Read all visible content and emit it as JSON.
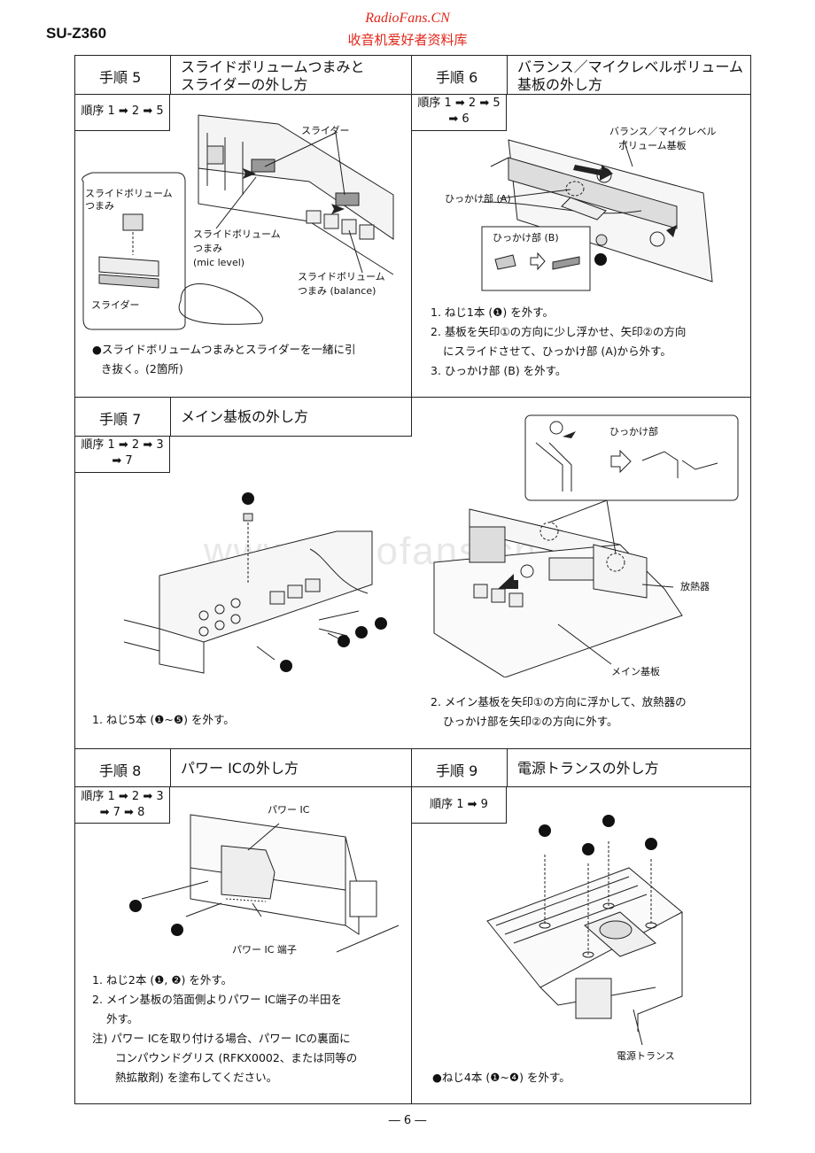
{
  "header": {
    "model": "SU-Z360",
    "site_name": "RadioFans.CN",
    "site_subtitle": "收音机爱好者资料库"
  },
  "watermark": "www.radiofans.cn",
  "sections": {
    "s5": {
      "step": "手順 5",
      "title_1": "スライドボリュームつまみと",
      "title_2": "スライダーの外し方",
      "order": "順序 1 ➡ 2 ➡ 5",
      "labels": {
        "slider_top": "スライダー",
        "knob_inset_1": "スライドボリューム",
        "knob_inset_2": "つまみ",
        "slider_inset": "スライダー",
        "mic_1": "スライドボリューム",
        "mic_2": "つまみ",
        "mic_3": "(mic level)",
        "bal_1": "スライドボリューム",
        "bal_2": "つまみ (balance)"
      },
      "note_1": "●スライドボリュームつまみとスライダーを一緒に引",
      "note_2": "き抜く。(2箇所)"
    },
    "s6": {
      "step": "手順 6",
      "title_1": "バランス／マイクレベルボリューム",
      "title_2": "基板の外し方",
      "order_1": "順序 1 ➡ 2 ➡ 5",
      "order_2": "➡ 6",
      "labels": {
        "board_1": "バランス／マイクレベル",
        "board_2": "ボリューム基板",
        "hookA": "ひっかけ部 (A)",
        "hookB": "ひっかけ部 (B)"
      },
      "notes": [
        "1. ねじ1本 (❶) を外す。",
        "2. 基板を矢印①の方向に少し浮かせ、矢印②の方向",
        "にスライドさせて、ひっかけ部 (A)から外す。",
        "3. ひっかけ部 (B) を外す。"
      ]
    },
    "s7": {
      "step": "手順 7",
      "title": "メイン基板の外し方",
      "order_1": "順序 1 ➡ 2 ➡ 3",
      "order_2": "➡ 7",
      "labels": {
        "hook": "ひっかけ部",
        "heatsink": "放熱器",
        "mainboard": "メイン基板"
      },
      "note_left": "1. ねじ5本 (❶~❺) を外す。",
      "note_right_1": "2. メイン基板を矢印①の方向に浮かして、放熱器の",
      "note_right_2": "ひっかけ部を矢印②の方向に外す。"
    },
    "s8": {
      "step": "手順 8",
      "title": "パワー ICの外し方",
      "order_1": "順序 1 ➡ 2 ➡ 3",
      "order_2": "➡ 7 ➡ 8",
      "labels": {
        "ic": "パワー IC",
        "terminal": "パワー IC 端子"
      },
      "notes": [
        "1. ねじ2本 (❶, ❷) を外す。",
        "2. メイン基板の箔面側よりパワー IC端子の半田を",
        "外す。",
        "注) パワー ICを取り付ける場合、パワー ICの裏面に",
        "コンパウンドグリス (RFKX0002、または同等の",
        "熱拡散剤) を塗布してください。"
      ]
    },
    "s9": {
      "step": "手順 9",
      "title": "電源トランスの外し方",
      "order": "順序 1 ➡ 9",
      "labels": {
        "transformer": "電源トランス"
      },
      "note": "●ねじ4本 (❶~❹) を外す。"
    }
  },
  "page_number": "― 6 ―"
}
